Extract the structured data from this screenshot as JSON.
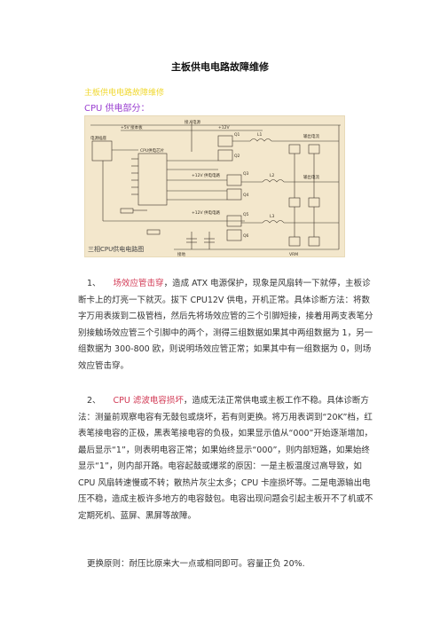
{
  "title": "主板供电电路故障维修",
  "subtitle_yellow": "主板供电电路故障维修",
  "subtitle_purple": "CPU 供电部分：",
  "figure": {
    "caption": "三相CPU供电电路图",
    "labels": {
      "top_a": "接入电源",
      "top_b": "+5V 接本板",
      "top_c": "+12V",
      "cpu_src": "CPU供电芯片",
      "left_a": "电源插座",
      "right_a": "输出电流",
      "right_b": "输出电流",
      "mosfet_a": "Q1",
      "mosfet_b": "Q2",
      "mosfet_c": "Q3",
      "mosfet_d": "Q4",
      "mosfet_e": "Q5",
      "mosfet_f": "Q6",
      "coil_a": "L1",
      "coil_b": "L2",
      "coil_c": "L3",
      "mid_a": "+12V 供电电路",
      "mid_b": "+12V 供电电路",
      "bot_a": "接地",
      "bot_b": "VRM"
    }
  },
  "paragraphs": [
    {
      "num": "1、",
      "highlight": "场效应管击穿",
      "text": "，造成 ATX 电源保护，现象是风扇转一下就停，主板诊断卡上的灯亮一下就灭。拔下 CPU12V 供电，开机正常。具体诊断方法：将数字万用表拨到二极管档，然后先将场效应管的三个引脚短接，接着用两支表笔分别接触场效应管三个引脚中的两个，测得三组数据如果其中两组数据为 1，另一组数据为 300-800 欧，则说明场效应管正常；如果其中有一组数据为 0，则场效应管击穿。"
    },
    {
      "num": "2、",
      "highlight": "CPU 滤波电容损坏",
      "text": "，造成无法正常供电或主板工作不稳。具体诊断方法：测量前观察电容有无鼓包或烧坏，若有则更换。将万用表调到“20K”档，红表笔接电容的正极，黑表笔接电容的负极，如果显示值从“000”开始逐渐增加，最后显示“1”，则表明电容正常；如果始终显示“000”，则内部短路，如果始终显示“1”，则内部开路。电容起鼓或爆浆的原因：一是主板温度过高导致，如 CPU 风扇转速慢或不转；散热片灰尘太多；CPU 卡座损坏等。二是电源输出电压不稳，造成主板许多地方的电容鼓包。电容出现问题会引起主板开不了机或不定期死机、蓝屏、黑屏等故障。"
    },
    {
      "text": "更换原则：耐压比原来大一点或相同即可。容量正负 20%."
    }
  ]
}
